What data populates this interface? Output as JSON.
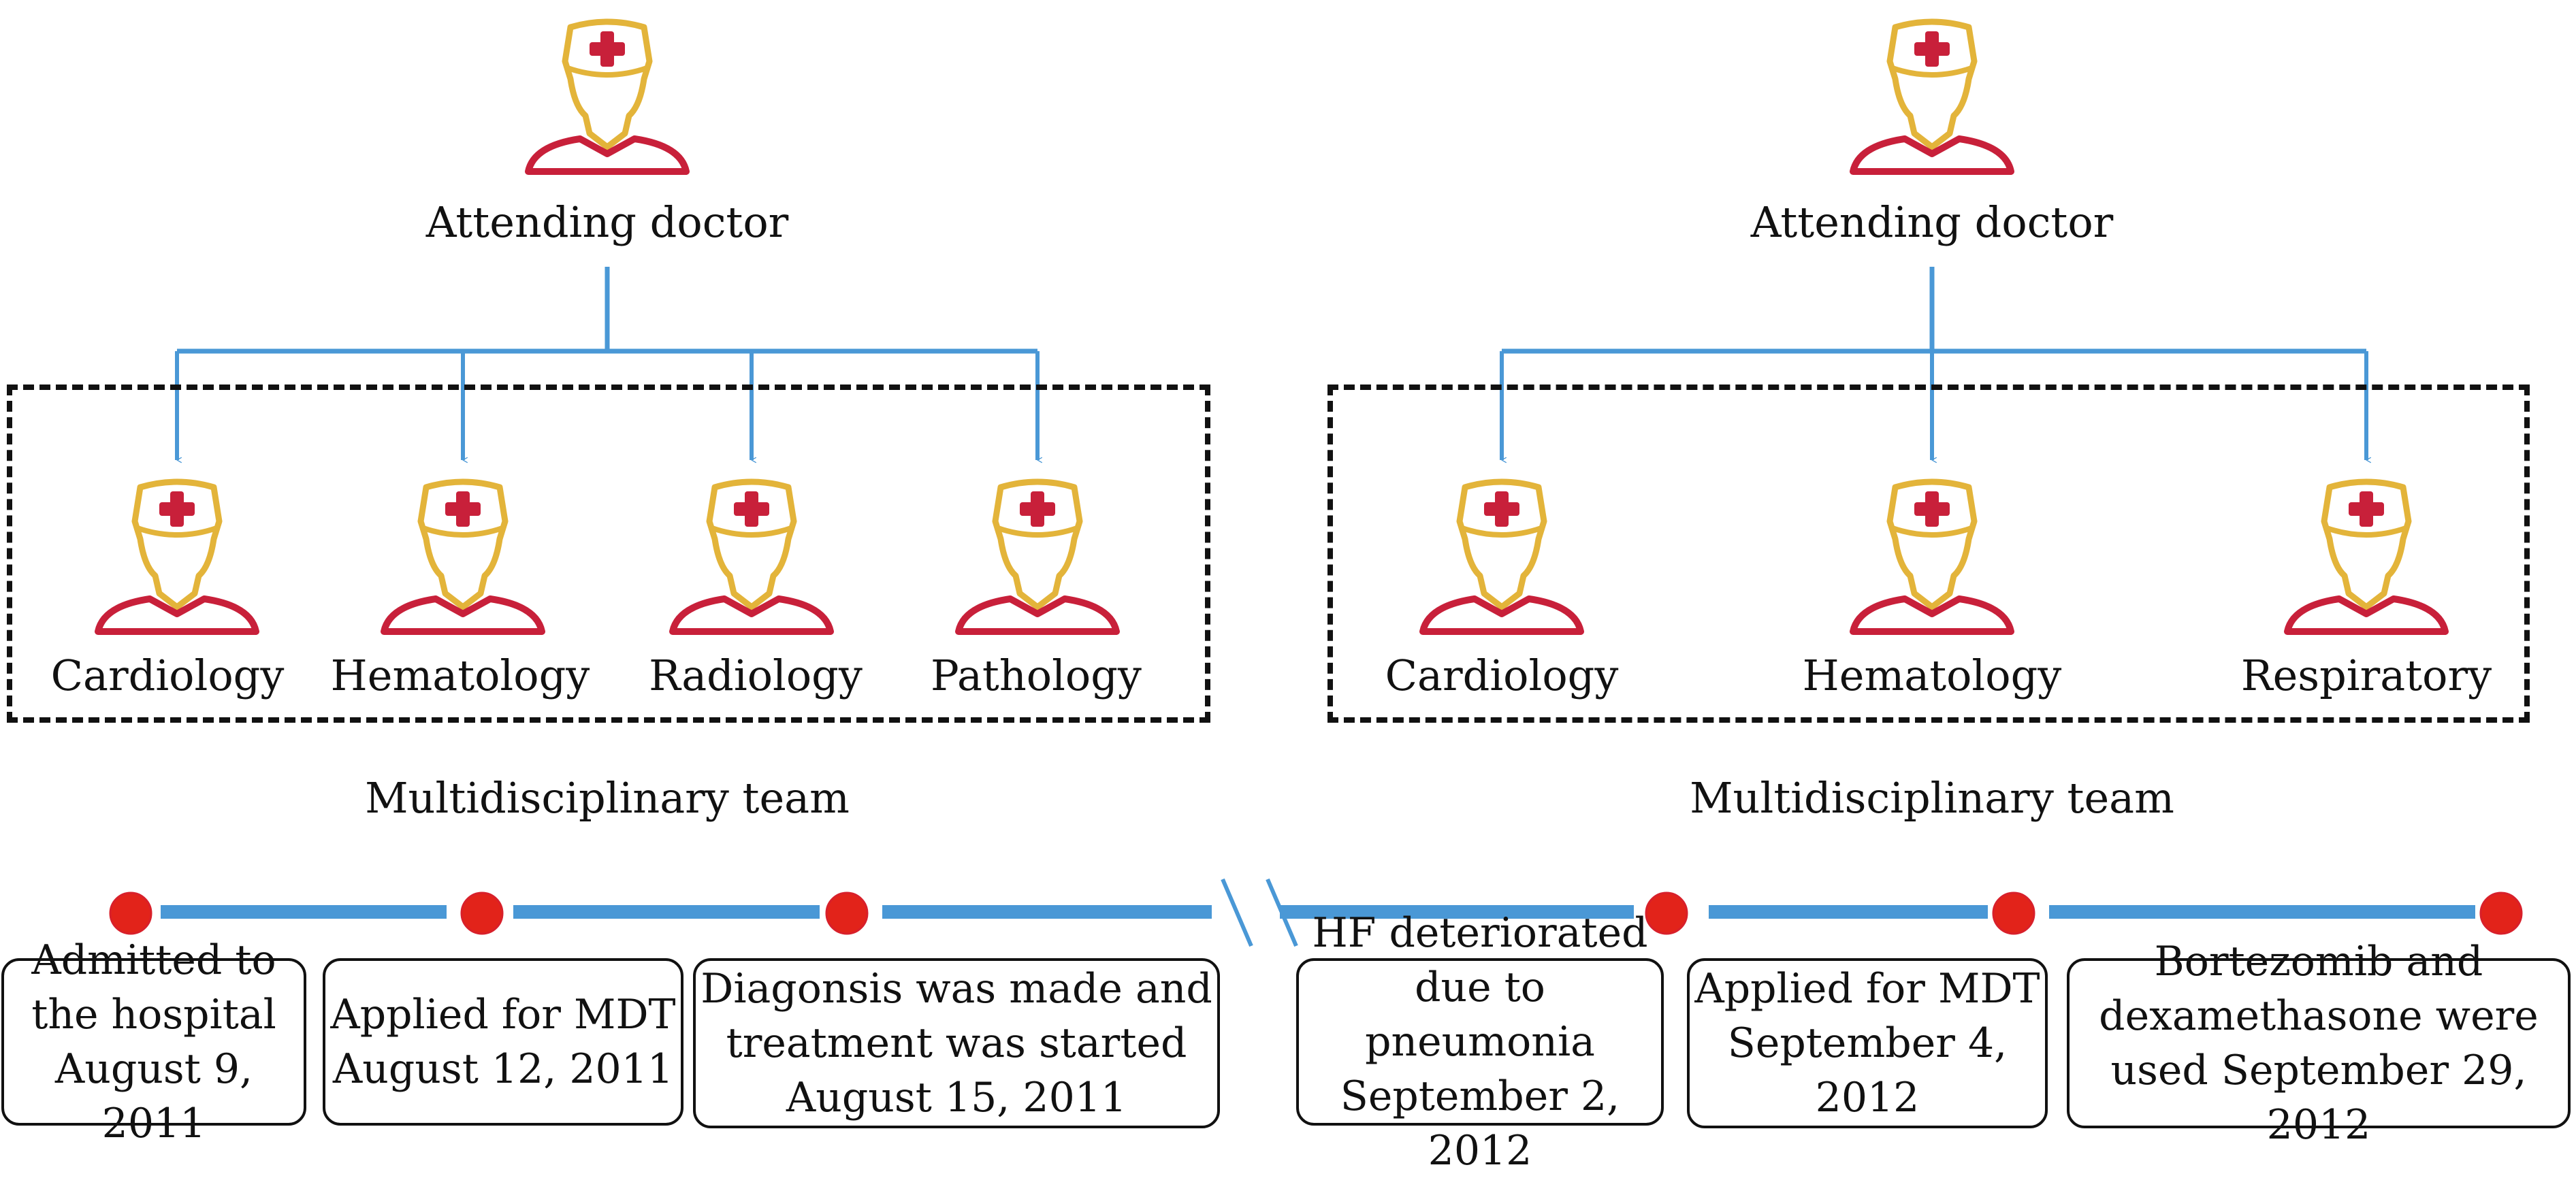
{
  "colors": {
    "connector": "#4a98d6",
    "timeline": "#4a98d6",
    "event_dot": "#e2231a",
    "dot_outline": "#d8202a",
    "icon_outline": "#e3b43a",
    "icon_body": "#c8203a",
    "icon_cross": "#c8203a",
    "frame": "#111111"
  },
  "left_panel": {
    "head": {
      "label": "Attending doctor",
      "icon": "doctor-icon"
    },
    "team_label": "Multidisciplinary team",
    "members": [
      {
        "label": "Cardiology",
        "icon": "doctor-icon"
      },
      {
        "label": "Hematology",
        "icon": "doctor-icon"
      },
      {
        "label": "Radiology",
        "icon": "doctor-icon"
      },
      {
        "label": "Pathology",
        "icon": "doctor-icon"
      }
    ]
  },
  "right_panel": {
    "head": {
      "label": "Attending doctor",
      "icon": "doctor-icon"
    },
    "team_label": "Multidisciplinary team",
    "members": [
      {
        "label": "Cardiology",
        "icon": "doctor-icon"
      },
      {
        "label": "Hematology",
        "icon": "doctor-icon"
      },
      {
        "label": "Respiratory",
        "icon": "doctor-icon"
      }
    ]
  },
  "timeline": {
    "break_marker": "axis-break-icon",
    "events": [
      {
        "text": "Admitted to\nthe hospital\nAugust 9, 2011"
      },
      {
        "text": "Applied for MDT\nAugust 12, 2011"
      },
      {
        "text": "Diagonsis was made and\ntreatment was started\nAugust 15, 2011"
      },
      {
        "text": "HF deteriorated\ndue to pneumonia\nSeptember 2, 2012"
      },
      {
        "text": "Applied for MDT\nSeptember 4,\n2012"
      },
      {
        "text": "Bortezomib and\ndexamethasone were\nused September 29, 2012"
      }
    ]
  }
}
